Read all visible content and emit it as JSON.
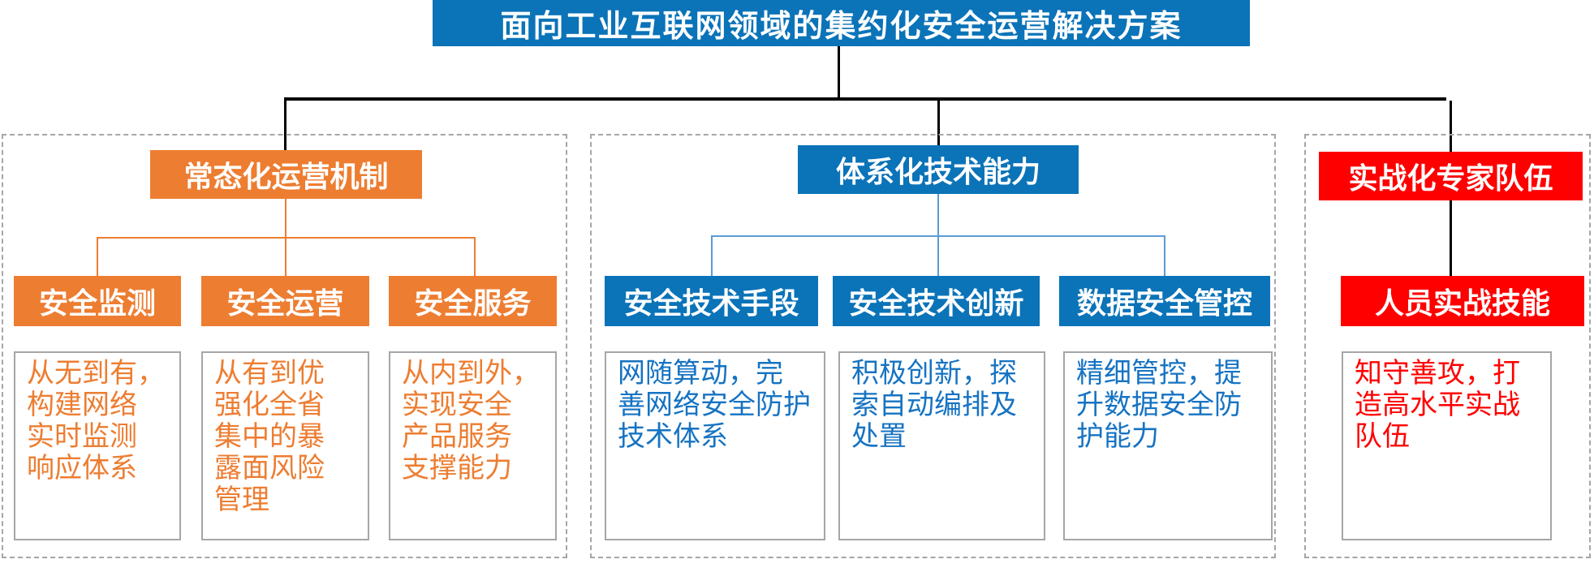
{
  "diagram": {
    "title": "面向工业互联网领域的集约化安全运营解决方案",
    "branches": [
      {
        "name": "常态化运营机制",
        "accent_color": "#ED7D31",
        "children": [
          {
            "label": "安全监测",
            "desc": "从无到有，\n构建网络\n实时监测\n响应体系"
          },
          {
            "label": "安全运营",
            "desc": "从有到优\n强化全省\n集中的暴\n露面风险\n管理"
          },
          {
            "label": "安全服务",
            "desc": "从内到外，\n实现安全\n产品服务\n支撑能力"
          }
        ]
      },
      {
        "name": "体系化技术能力",
        "accent_color": "#0B73B8",
        "children": [
          {
            "label": "安全技术手段",
            "desc": "网随算动，完\n善网络安全防护\n技术体系"
          },
          {
            "label": "安全技术创新",
            "desc": "积极创新，探\n索自动编排及\n处置"
          },
          {
            "label": "数据安全管控",
            "desc": "精细管控，提\n升数据安全防\n护能力"
          }
        ]
      },
      {
        "name": "实战化专家队伍",
        "accent_color": "#FF0000",
        "children": [
          {
            "label": "人员实战技能",
            "desc": "知守善攻，打\n造高水平实战\n队伍"
          }
        ]
      }
    ],
    "colors": {
      "title_blue": "#0B73B8",
      "orange": "#ED7D31",
      "red": "#FF0000",
      "connector_black": "#000000",
      "connector_light_blue": "#5B9BD5",
      "border_gray": "#A6A6A6",
      "desc_text_blue": "#1673C2"
    }
  }
}
